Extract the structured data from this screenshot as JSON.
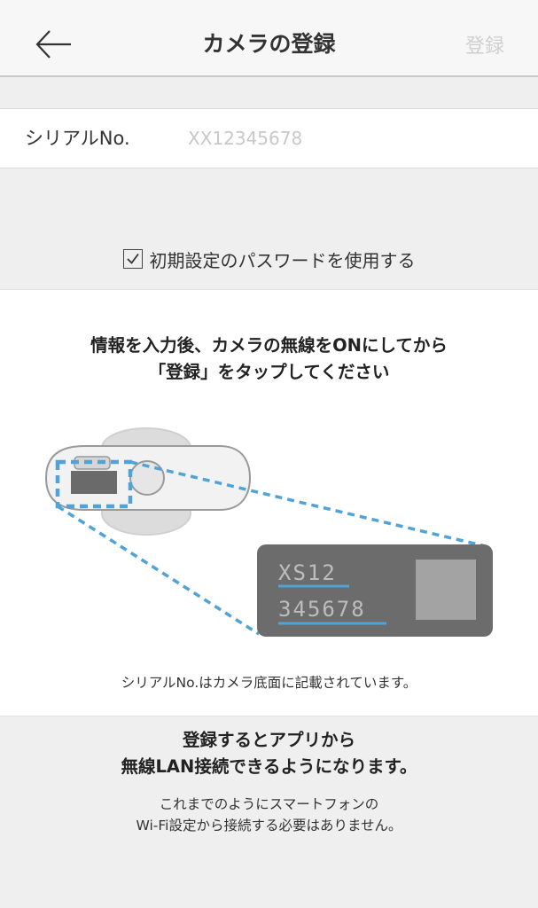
{
  "header": {
    "title": "カメラの登録",
    "register_label": "登録",
    "back_icon": "arrow-left-icon"
  },
  "serial": {
    "label": "シリアルNo.",
    "placeholder": "XX12345678",
    "value": ""
  },
  "password_option": {
    "label": "初期設定のパスワードを使用する",
    "checked": true,
    "icon": "checkbox-checked-icon"
  },
  "info": {
    "instruction_line1": "情報を入力後、カメラの無線をONにしてから",
    "instruction_line2": "「登録」をタップしてください",
    "illustration_serial_line1": "XS12",
    "illustration_serial_line2": "345678",
    "serial_location_note": "シリアルNo.はカメラ底面に記載されています。",
    "highlight_color": "#4fa3d8"
  },
  "footer": {
    "heading_line1": "登録するとアプリから",
    "heading_line2": "無線LAN接続できるようになります。",
    "sub_line1": "これまでのようにスマートフォンの",
    "sub_line2": "Wi-Fi設定から接続する必要はありません。"
  }
}
